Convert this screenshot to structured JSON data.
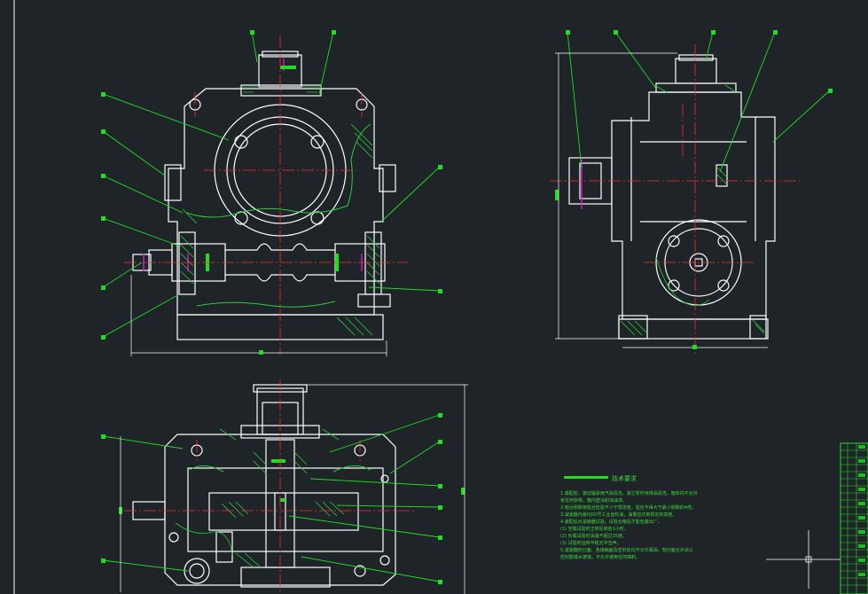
{
  "drawing": {
    "background": "#1e2428",
    "colors": {
      "outline": "#ffffff",
      "leader": "#22dd22",
      "center": "#ff2a2a",
      "hatch": "#2ecc40",
      "highlight": "#d020d0",
      "text_notes": "#3cdc3c"
    }
  },
  "tech_requirements": {
    "title": "技术要求",
    "lines": [
      "1.装配前，滚动轴承用汽油清洗，其它零件用煤油清洗，箱体内不允许",
      "  有任何杂物，箱内壁涂耐油油漆。",
      "2.啮合侧隙用铅丝检验不小于规定值，铅丝不得大于最小侧隙的4倍。",
      "3.减速器内装HJ50号工业齿轮油，油量应达到规定的高度。",
      "4.装配后对减速器试验，试验合格后才能包装出厂。",
      "  (1) 空载试验时正转反转各1小时。",
      "  (2) 负载试验时油温不超过35度。",
      "  (3) 试验时运转平稳无冲击声。",
      "5.减速器剖分面、各接触面及密封处均不允许漏油，剖分面允许涂以",
      "  密封胶或水玻璃，不允许使用任何填料。"
    ]
  }
}
